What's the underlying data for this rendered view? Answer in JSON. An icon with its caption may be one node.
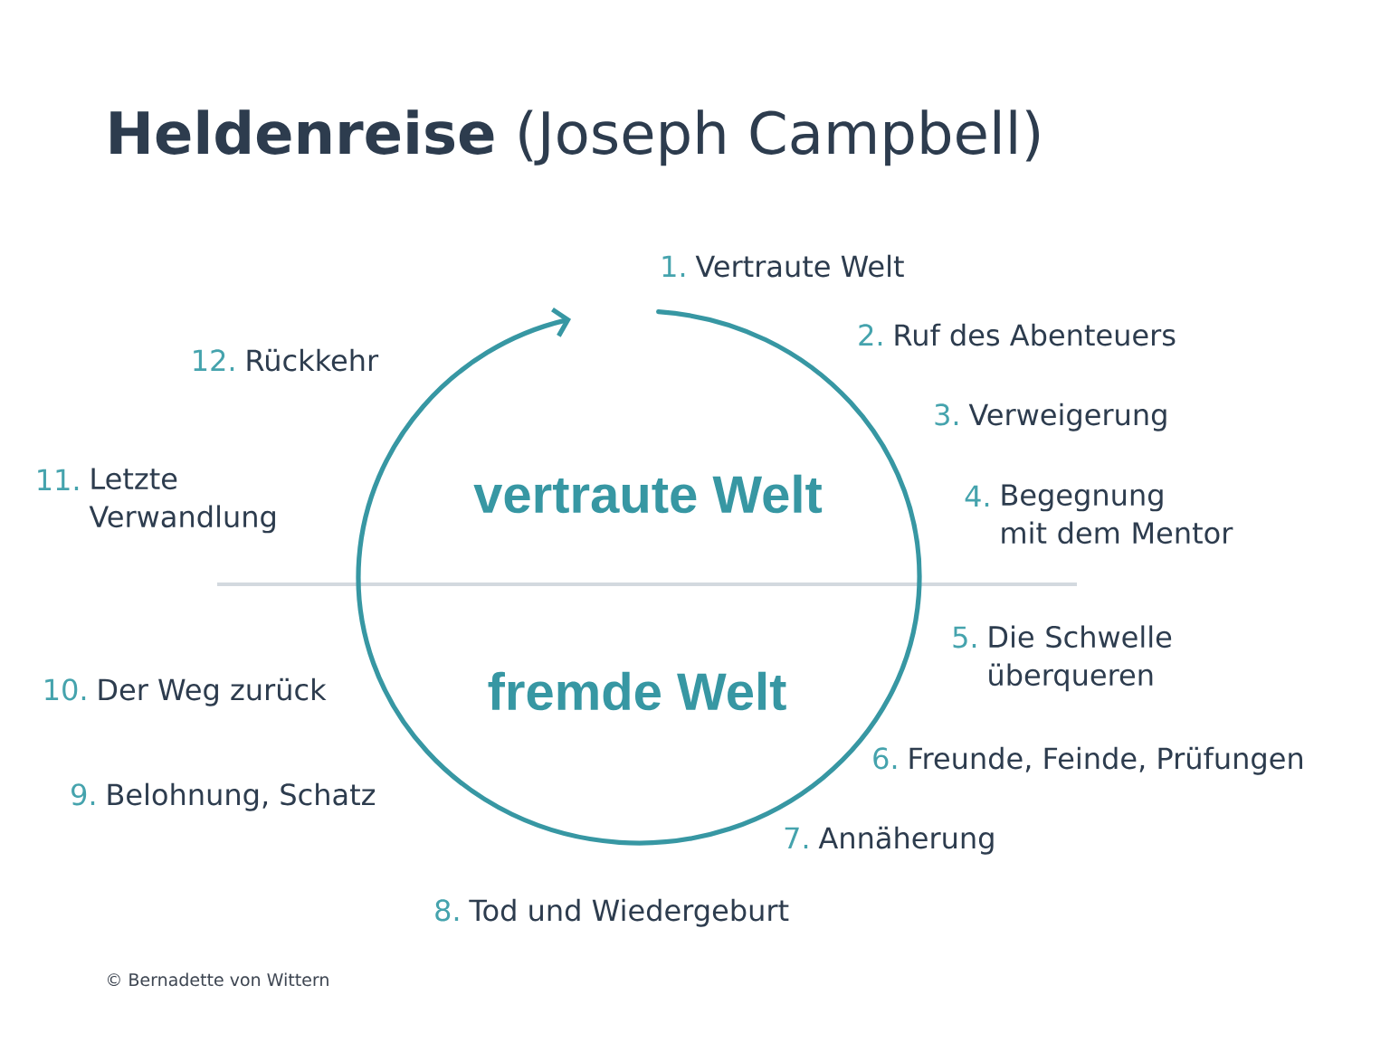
{
  "diagram": {
    "title": "**Heldenreise** (Joseph Campbell)",
    "labels": [
      "1.",
      "Vertraute Welt",
      "2.",
      "Ruf des Abenteuers",
      "3.",
      "Verweigerung",
      "4.",
      "Begegnung mit dem Mentor",
      "5.",
      "Die Schwelle überqueren",
      "6.",
      "Freunde, Feinde, Prüfungen",
      "7.",
      "Annäherung",
      "8.",
      "Tod und Wiedergeburt",
      "9.",
      "Belohnung, Schatz",
      "10.",
      "Der Weg zurück",
      "11.",
      "Letzte Verwandlung",
      "12.",
      "Rückkehr",
      "vertraute Welt",
      "fremde Welt",
      "© Bernadette von Wittern"
    ]
  }
}
